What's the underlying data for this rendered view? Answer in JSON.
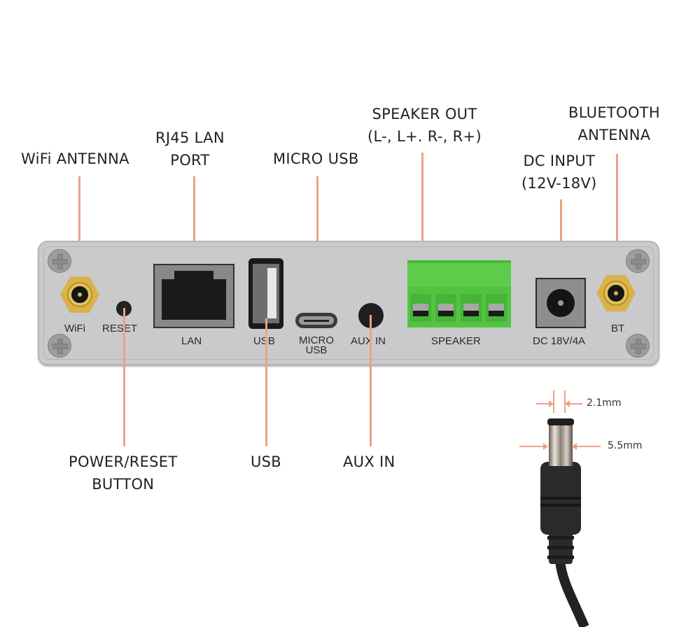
{
  "callouts_top": {
    "wifi_antenna": "WiFi  ANTENNA",
    "rj45_line1": "RJ45 LAN",
    "rj45_line2": "PORT",
    "micro_usb": "MICRO  USB",
    "speaker_line1": "SPEAKER  OUT",
    "speaker_line2": "(L-, L+. R-, R+)",
    "dc_line1": "DC INPUT",
    "dc_line2": "(12V-18V)",
    "bt_line1": "BLUETOOTH",
    "bt_line2": "ANTENNA"
  },
  "callouts_bottom": {
    "power_line1": "POWER/RESET",
    "power_line2": "BUTTON",
    "usb": "USB",
    "aux_in": "AUX IN"
  },
  "panel_labels": {
    "wifi": "WiFi",
    "reset": "RESET",
    "lan": "LAN",
    "usb": "USB",
    "micro_usb_line1": "MICRO",
    "micro_usb_line2": "USB",
    "aux_in": "AUX IN",
    "speaker": "SPEAKER",
    "dc": "DC 18V/4A",
    "bt": "BT"
  },
  "plug_dimensions": {
    "inner_diameter": "2.1mm",
    "outer_diameter": "5.5mm"
  },
  "colors": {
    "leader_line": "#e9a385",
    "panel": "#c9cacc",
    "terminal_green": "#52c442",
    "antenna_gold": "#d9b24a"
  }
}
